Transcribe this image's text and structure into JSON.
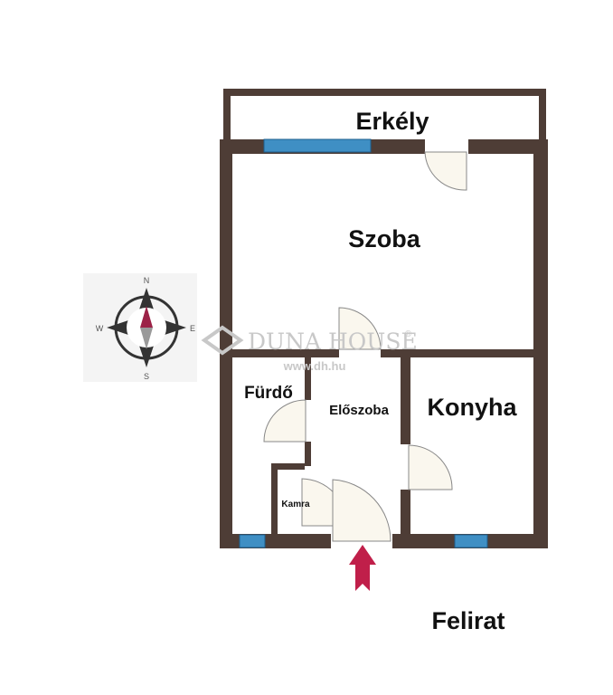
{
  "rooms": {
    "balcony": "Erkély",
    "room": "Szoba",
    "bathroom": "Fürdő",
    "hallway": "Előszoba",
    "kitchen": "Konyha",
    "pantry": "Kamra"
  },
  "caption": "Felirat",
  "watermark": {
    "brand": "DUNA HOUSE",
    "registered": "®",
    "url": "www.dh.hu"
  },
  "compass": {
    "n": "N",
    "e": "E",
    "s": "S",
    "w": "W"
  },
  "colors": {
    "wall": "#4e3d36",
    "window": "#3f8fc4",
    "entrance_arrow": "#c01f4a",
    "compass_red": "#9c2247",
    "compass_gray": "#9a9a9a"
  }
}
